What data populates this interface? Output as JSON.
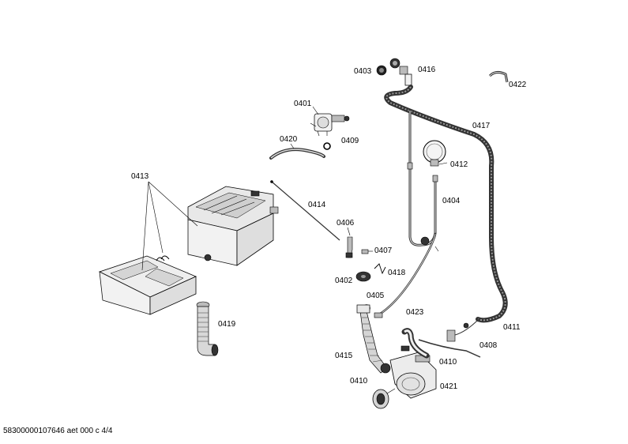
{
  "parts": [
    {
      "id": "p0403",
      "label": "0403"
    },
    {
      "id": "p0416",
      "label": "0416"
    },
    {
      "id": "p0422",
      "label": "0422"
    },
    {
      "id": "p0401",
      "label": "0401"
    },
    {
      "id": "p0417",
      "label": "0417"
    },
    {
      "id": "p0420",
      "label": "0420"
    },
    {
      "id": "p0409",
      "label": "0409"
    },
    {
      "id": "p0412",
      "label": "0412"
    },
    {
      "id": "p0413",
      "label": "0413"
    },
    {
      "id": "p0414",
      "label": "0414"
    },
    {
      "id": "p0404",
      "label": "0404"
    },
    {
      "id": "p0406",
      "label": "0406"
    },
    {
      "id": "p0407",
      "label": "0407"
    },
    {
      "id": "p0402",
      "label": "0402"
    },
    {
      "id": "p0418",
      "label": "0418"
    },
    {
      "id": "p0405",
      "label": "0405"
    },
    {
      "id": "p0419",
      "label": "0419"
    },
    {
      "id": "p0423",
      "label": "0423"
    },
    {
      "id": "p0411",
      "label": "0411"
    },
    {
      "id": "p0408",
      "label": "0408"
    },
    {
      "id": "p0415",
      "label": "0415"
    },
    {
      "id": "p0410a",
      "label": "0410"
    },
    {
      "id": "p0410b",
      "label": "0410"
    },
    {
      "id": "p0421",
      "label": "0421"
    }
  ],
  "footer": "58300000107646 aet 000 c 4/4"
}
